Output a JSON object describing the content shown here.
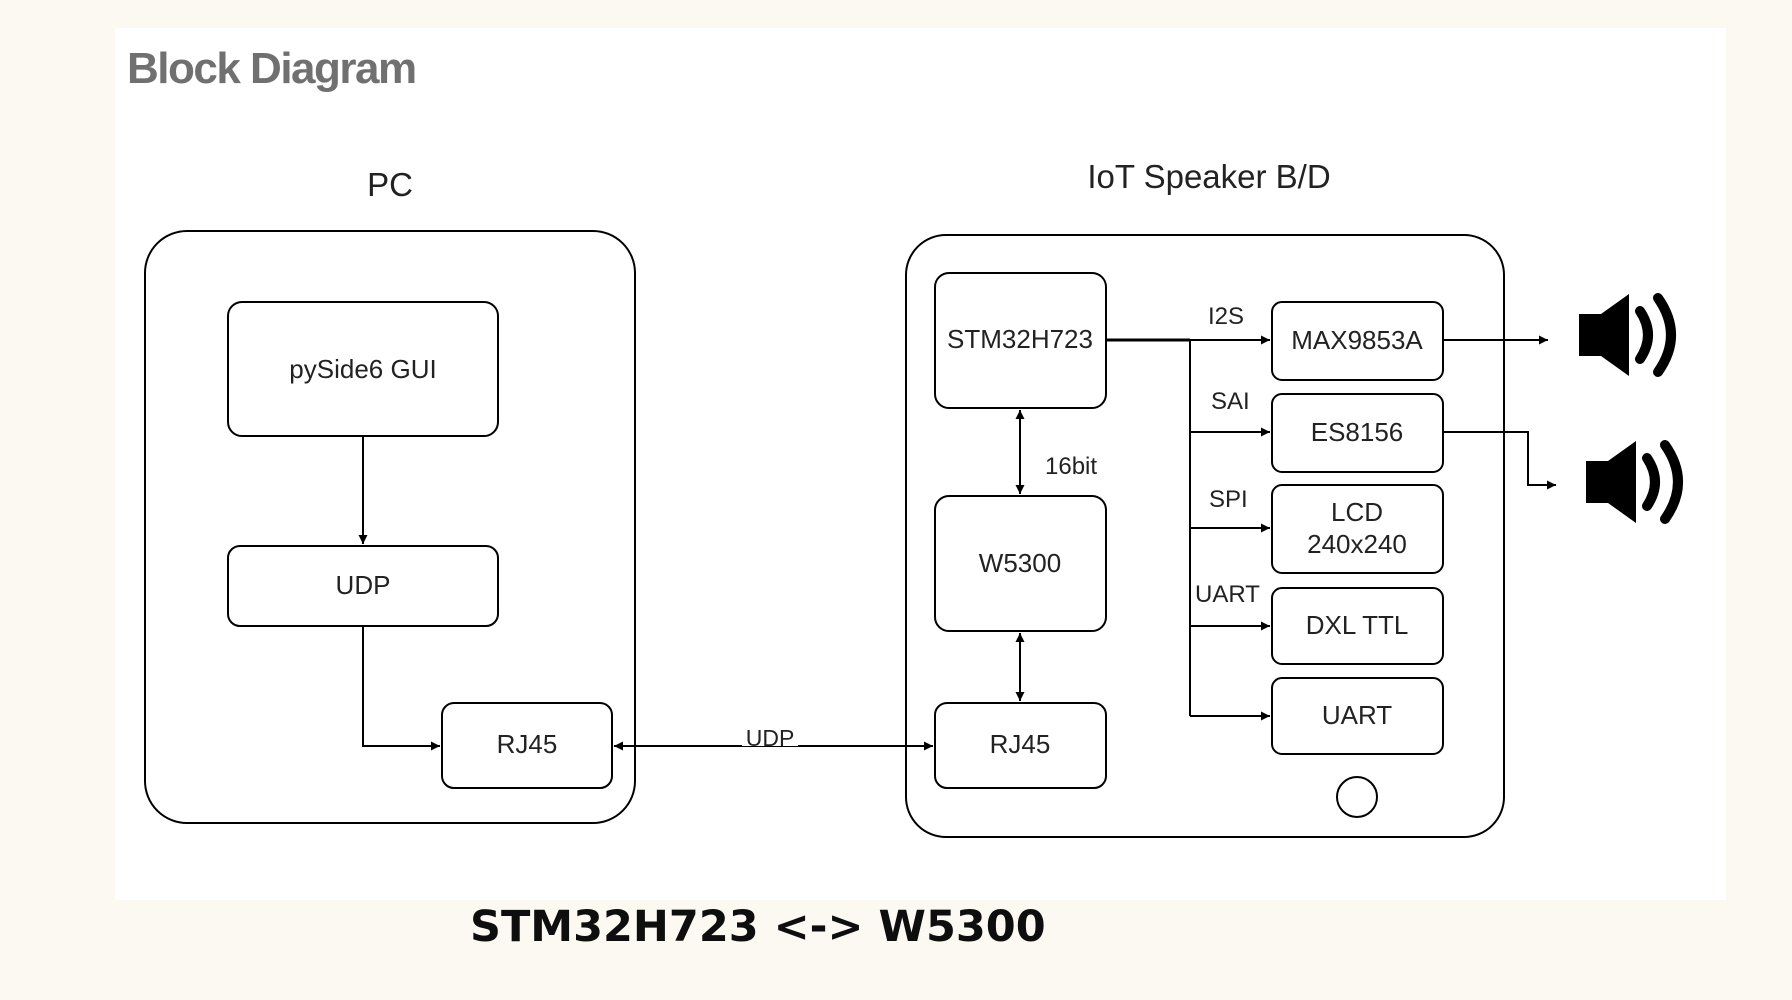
{
  "heading": "Block Diagram",
  "caption": "STM32H723 <-> W5300",
  "diagram": {
    "groups": {
      "pc": "PC",
      "iot": "IoT Speaker B/D"
    },
    "nodes": {
      "pyside": "pySide6 GUI",
      "pc_udp": "UDP",
      "pc_rj45": "RJ45",
      "stm32": "STM32H723",
      "w5300": "W5300",
      "iot_rj45": "RJ45",
      "max9853a": "MAX9853A",
      "es8156": "ES8156",
      "lcd_line1": "LCD",
      "lcd_line2": "240x240",
      "dxl": "DXL TTL",
      "uart_box": "UART"
    },
    "edges": {
      "udp_link": "UDP",
      "bus_16bit": "16bit",
      "i2s": "I2S",
      "sai": "SAI",
      "spi": "SPI",
      "uart": "UART"
    },
    "icons": [
      "speaker-icon",
      "speaker-icon"
    ]
  }
}
